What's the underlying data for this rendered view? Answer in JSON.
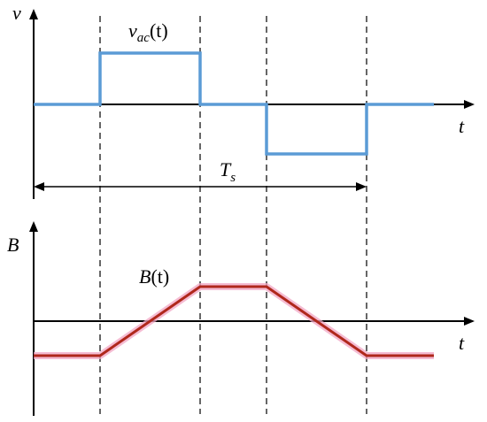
{
  "colors": {
    "axis": "#000000",
    "guide": "#000000",
    "voltage": "#5b9bd5",
    "flux": "#b0281c",
    "flux_glow": "#f2a6c4"
  },
  "top_plot": {
    "y_label": "v",
    "x_label": "t",
    "signal_label_main": "v",
    "signal_label_sub": "ac",
    "signal_label_arg": "(t)",
    "period_label_main": "T",
    "period_label_sub": "s",
    "levels": [
      0,
      1,
      0,
      -1,
      0
    ]
  },
  "bottom_plot": {
    "y_label": "B",
    "x_label": "t",
    "signal_label": "B(t)",
    "levels": [
      -1,
      1,
      1,
      -1
    ]
  }
}
